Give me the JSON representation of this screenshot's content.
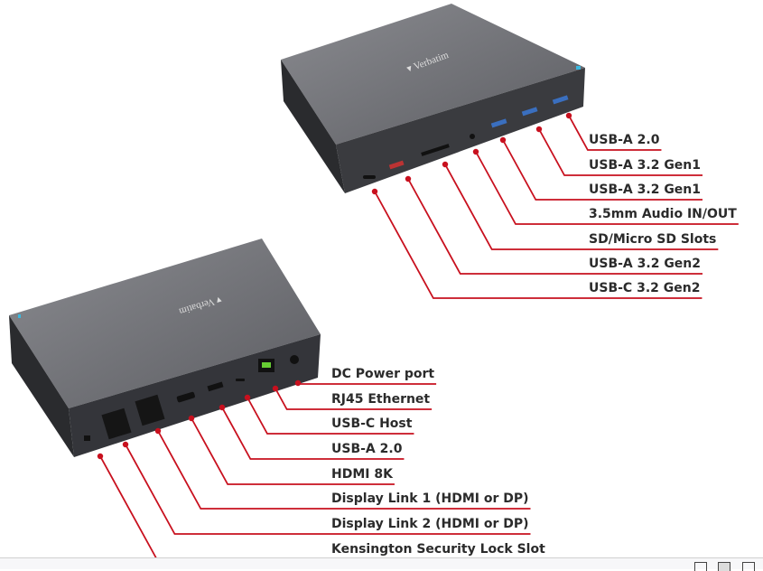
{
  "top_device": {
    "brand": "Verbatim",
    "callouts": [
      {
        "label": "USB-A 2.0"
      },
      {
        "label": "USB-A 3.2 Gen1"
      },
      {
        "label": "USB-A 3.2 Gen1"
      },
      {
        "label": "3.5mm Audio IN/OUT"
      },
      {
        "label": "SD/Micro SD Slots"
      },
      {
        "label": "USB-A 3.2 Gen2"
      },
      {
        "label": "USB-C 3.2 Gen2"
      }
    ]
  },
  "bottom_device": {
    "brand": "Verbatim",
    "callouts": [
      {
        "label": "DC Power port"
      },
      {
        "label": "RJ45 Ethernet"
      },
      {
        "label": "USB-C Host"
      },
      {
        "label": "USB-A 2.0"
      },
      {
        "label": "HDMI 8K"
      },
      {
        "label": "Display Link 1 (HDMI or DP)"
      },
      {
        "label": "Display Link 2 (HDMI or DP)"
      },
      {
        "label": "Kensington Security Lock Slot"
      }
    ]
  },
  "colors": {
    "callout": "#c8101e",
    "device_top": "#6d6e74",
    "device_front": "#2e2f33",
    "led": "#3ab8e0"
  }
}
